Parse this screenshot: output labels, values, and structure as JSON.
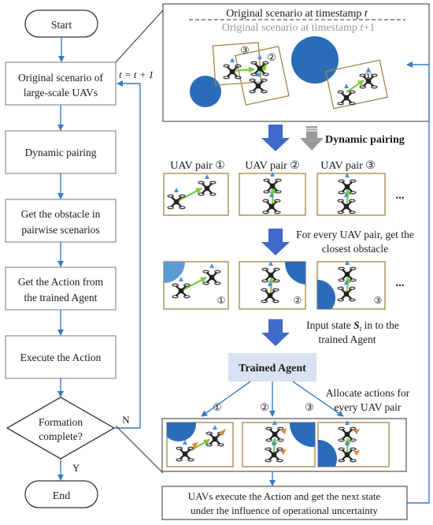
{
  "flowchart": {
    "start": "Start",
    "step1_line1": "Original scenario of",
    "step1_line2": "large-scale UAVs",
    "step2": "Dynamic pairing",
    "step3_line1": "Get the obstacle in",
    "step3_line2": "pairwise scenarios",
    "step4_line1": "Get the Action from",
    "step4_line2": "the trained Agent",
    "step5": "Execute the Action",
    "decision_line1": "Formation",
    "decision_line2": "complete?",
    "loop_label": "t = t + 1",
    "no_label": "N",
    "yes_label": "Y",
    "end": "End"
  },
  "scenario": {
    "title_t": "Original scenario at timestamp t",
    "title_t1": "Original scenario at timestamp t+1",
    "pair_numbers": [
      "③",
      "②",
      "①"
    ]
  },
  "pipeline": {
    "dynamic_pairing": "Dynamic pairing",
    "pair_labels": [
      "UAV pair ①",
      "UAV pair ②",
      "UAV pair ③"
    ],
    "ellipsis": "...",
    "obstacle_caption_line1": "For every UAV pair, get the",
    "obstacle_caption_line2": "closest obstacle",
    "obstacle_numbers": [
      "①",
      "②",
      "③"
    ],
    "input_caption_line1": "Input state S_t in to the",
    "input_caption_line2": "trained Agent",
    "trained_agent": "Trained Agent",
    "action_numbers": [
      "①",
      "②",
      "③"
    ],
    "allocate_caption_line1": "Allocate actions for",
    "allocate_caption_line2": "every UAV pair",
    "execute_caption_line1": "UAVs execute the Action and get the next state",
    "execute_caption_line2": "under the influence of operational uncertainty"
  },
  "colors": {
    "flow_arrow": "#3a7cc2",
    "big_arrow": "#4169c9",
    "gray_arrow": "#9a9a9a",
    "obstacle": "#2b6cb8",
    "obstacle_light": "#5b9bd5",
    "pair_box": "#a5824a",
    "agent_box": "#d9e2f3",
    "pair_link": "#7ac943"
  }
}
